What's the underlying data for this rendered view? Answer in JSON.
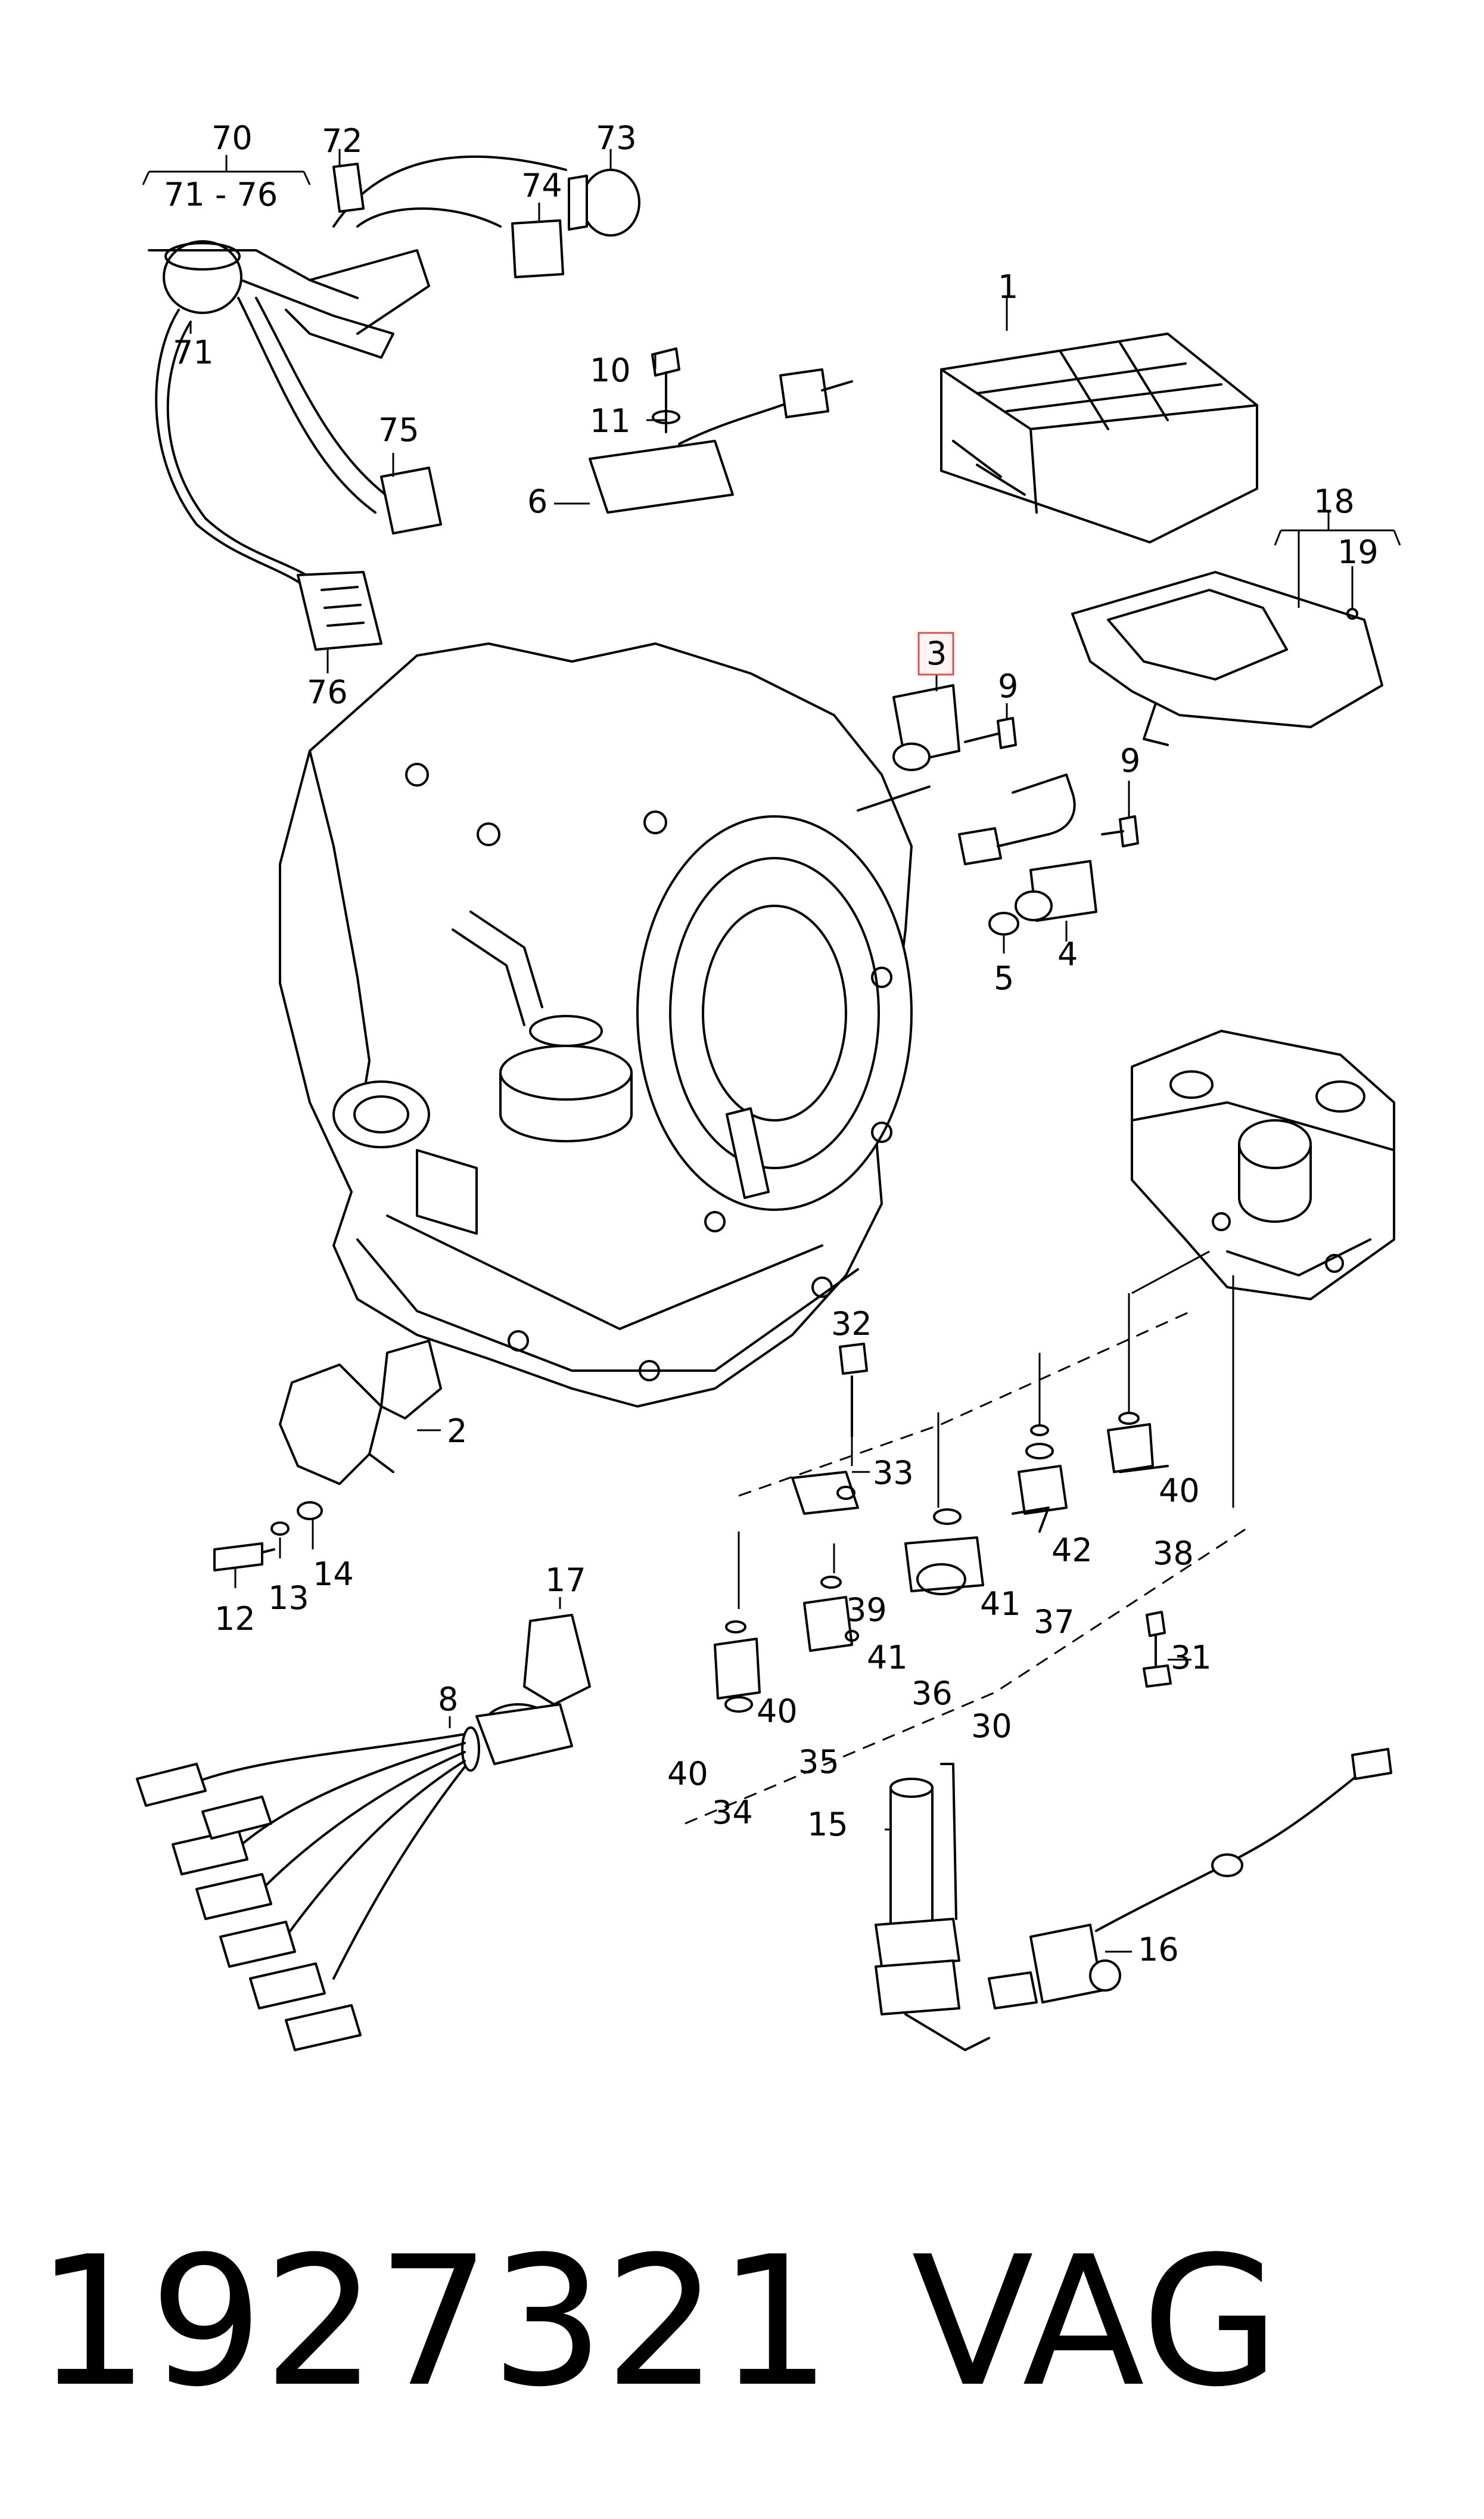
{
  "labels": {
    "n1": "1",
    "n2": "2",
    "n3": "3",
    "n4": "4",
    "n5": "5",
    "n6": "6",
    "n8": "8",
    "n9a": "9",
    "n9b": "9",
    "n10": "10",
    "n11": "11",
    "n12": "12",
    "n13": "13",
    "n14": "14",
    "n15": "15",
    "n16": "16",
    "n17": "17",
    "n18": "18",
    "n19": "19",
    "n30": "30",
    "n31": "31",
    "n32": "32",
    "n33": "33",
    "n34": "34",
    "n35": "35",
    "n36": "36",
    "n37": "37",
    "n38": "38",
    "n39": "39",
    "n40a": "40",
    "n40b": "40",
    "n40c": "40",
    "n41a": "41",
    "n41b": "41",
    "n42": "42",
    "n70": "70",
    "n71": "71",
    "n71_76": "71 - 76",
    "n72": "72",
    "n73": "73",
    "n74": "74",
    "n75": "75",
    "n76": "76"
  },
  "footer": {
    "part_number": "1927321",
    "brand": "VAG"
  },
  "colors": {
    "highlight_box": "#d9534f"
  }
}
